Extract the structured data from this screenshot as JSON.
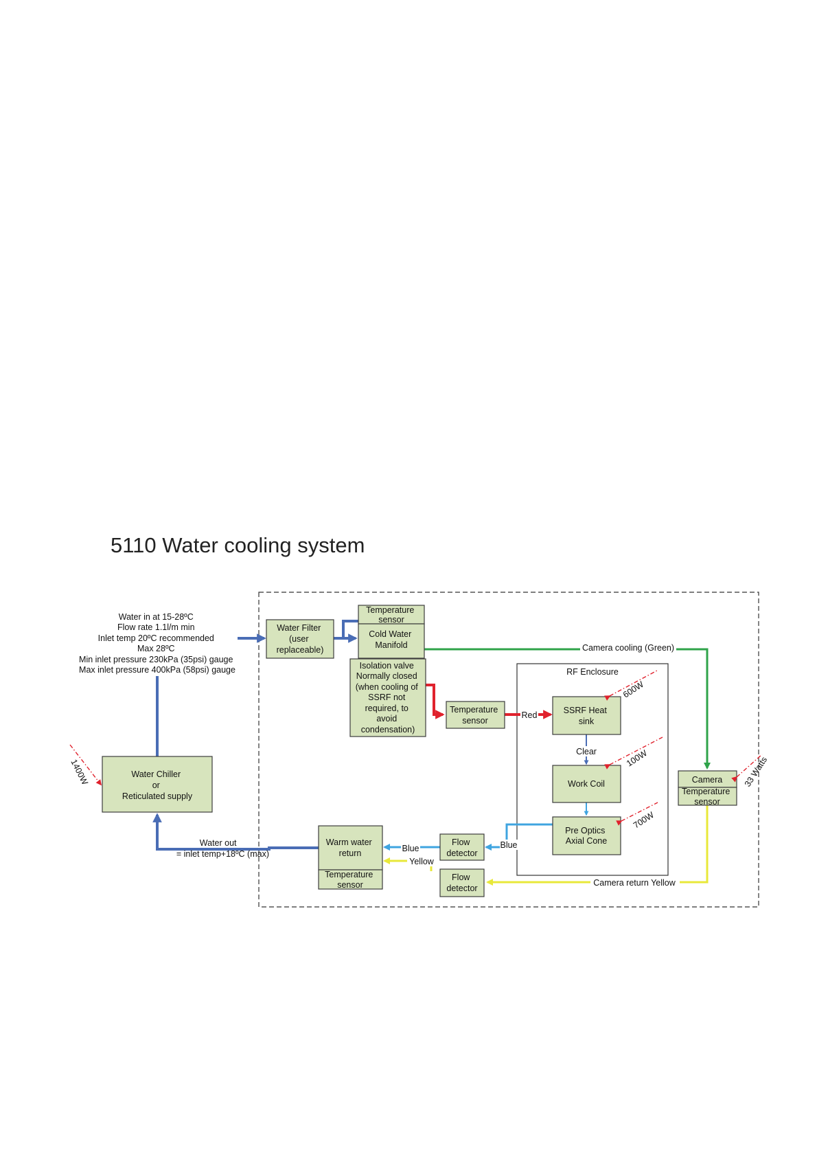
{
  "title": "5110 Water cooling system",
  "inlet_notes": [
    "Water in at 15-28ºC",
    "Flow rate 1.1l/m min",
    "Inlet temp 20ºC recommended",
    "Max 28ºC",
    "Min inlet pressure 230kPa (35psi) gauge",
    "Max inlet pressure 400kPa (58psi) gauge"
  ],
  "outlet_notes": [
    "Water out",
    "= inlet temp+18ºC (max)"
  ],
  "boxes": {
    "chiller": [
      "Water Chiller",
      "or",
      "Reticulated supply"
    ],
    "filter": [
      "Water Filter",
      "(user",
      "replaceable)"
    ],
    "manifold_sensor": [
      "Temperature",
      "sensor"
    ],
    "manifold": [
      "Cold Water",
      "Manifold"
    ],
    "isolation_valve": [
      "Isolation valve",
      "Normally closed",
      "(when cooling of",
      "SSRF not",
      "required, to",
      "avoid",
      "condensation)"
    ],
    "temp_sensor_red": [
      "Temperature",
      "sensor"
    ],
    "ssrf": [
      "SSRF Heat",
      "sink"
    ],
    "work_coil": [
      "Work Coil"
    ],
    "pre_optics": [
      "Pre Optics",
      "Axial Cone"
    ],
    "camera": [
      "Camera"
    ],
    "camera_sensor": [
      "Temperature",
      "sensor"
    ],
    "flow_blue": [
      "Flow",
      "detector"
    ],
    "flow_yellow": [
      "Flow",
      "detector"
    ],
    "warm_return": [
      "Warm water",
      "return"
    ],
    "warm_sensor": [
      "Temperature",
      "sensor"
    ]
  },
  "rf_enclosure": "RF Enclosure",
  "line_labels": {
    "camera_cooling": "Camera cooling (Green)",
    "red": "Red",
    "clear": "Clear",
    "blue_1": "Blue",
    "blue_2": "Blue",
    "yellow": "Yellow",
    "camera_return": "Camera return Yellow"
  },
  "powers": {
    "chiller": "1400W",
    "ssrf": "600W",
    "work_coil": "100W",
    "pre_optics": "700W",
    "camera": "33 Watts"
  },
  "colors": {
    "dark_blue": "#4a6db5",
    "light_blue": "#3fa4e0",
    "red": "#e0222d",
    "green": "#2fa34a",
    "yellow": "#e8e83a",
    "box_fill": "#d7e4bd"
  }
}
